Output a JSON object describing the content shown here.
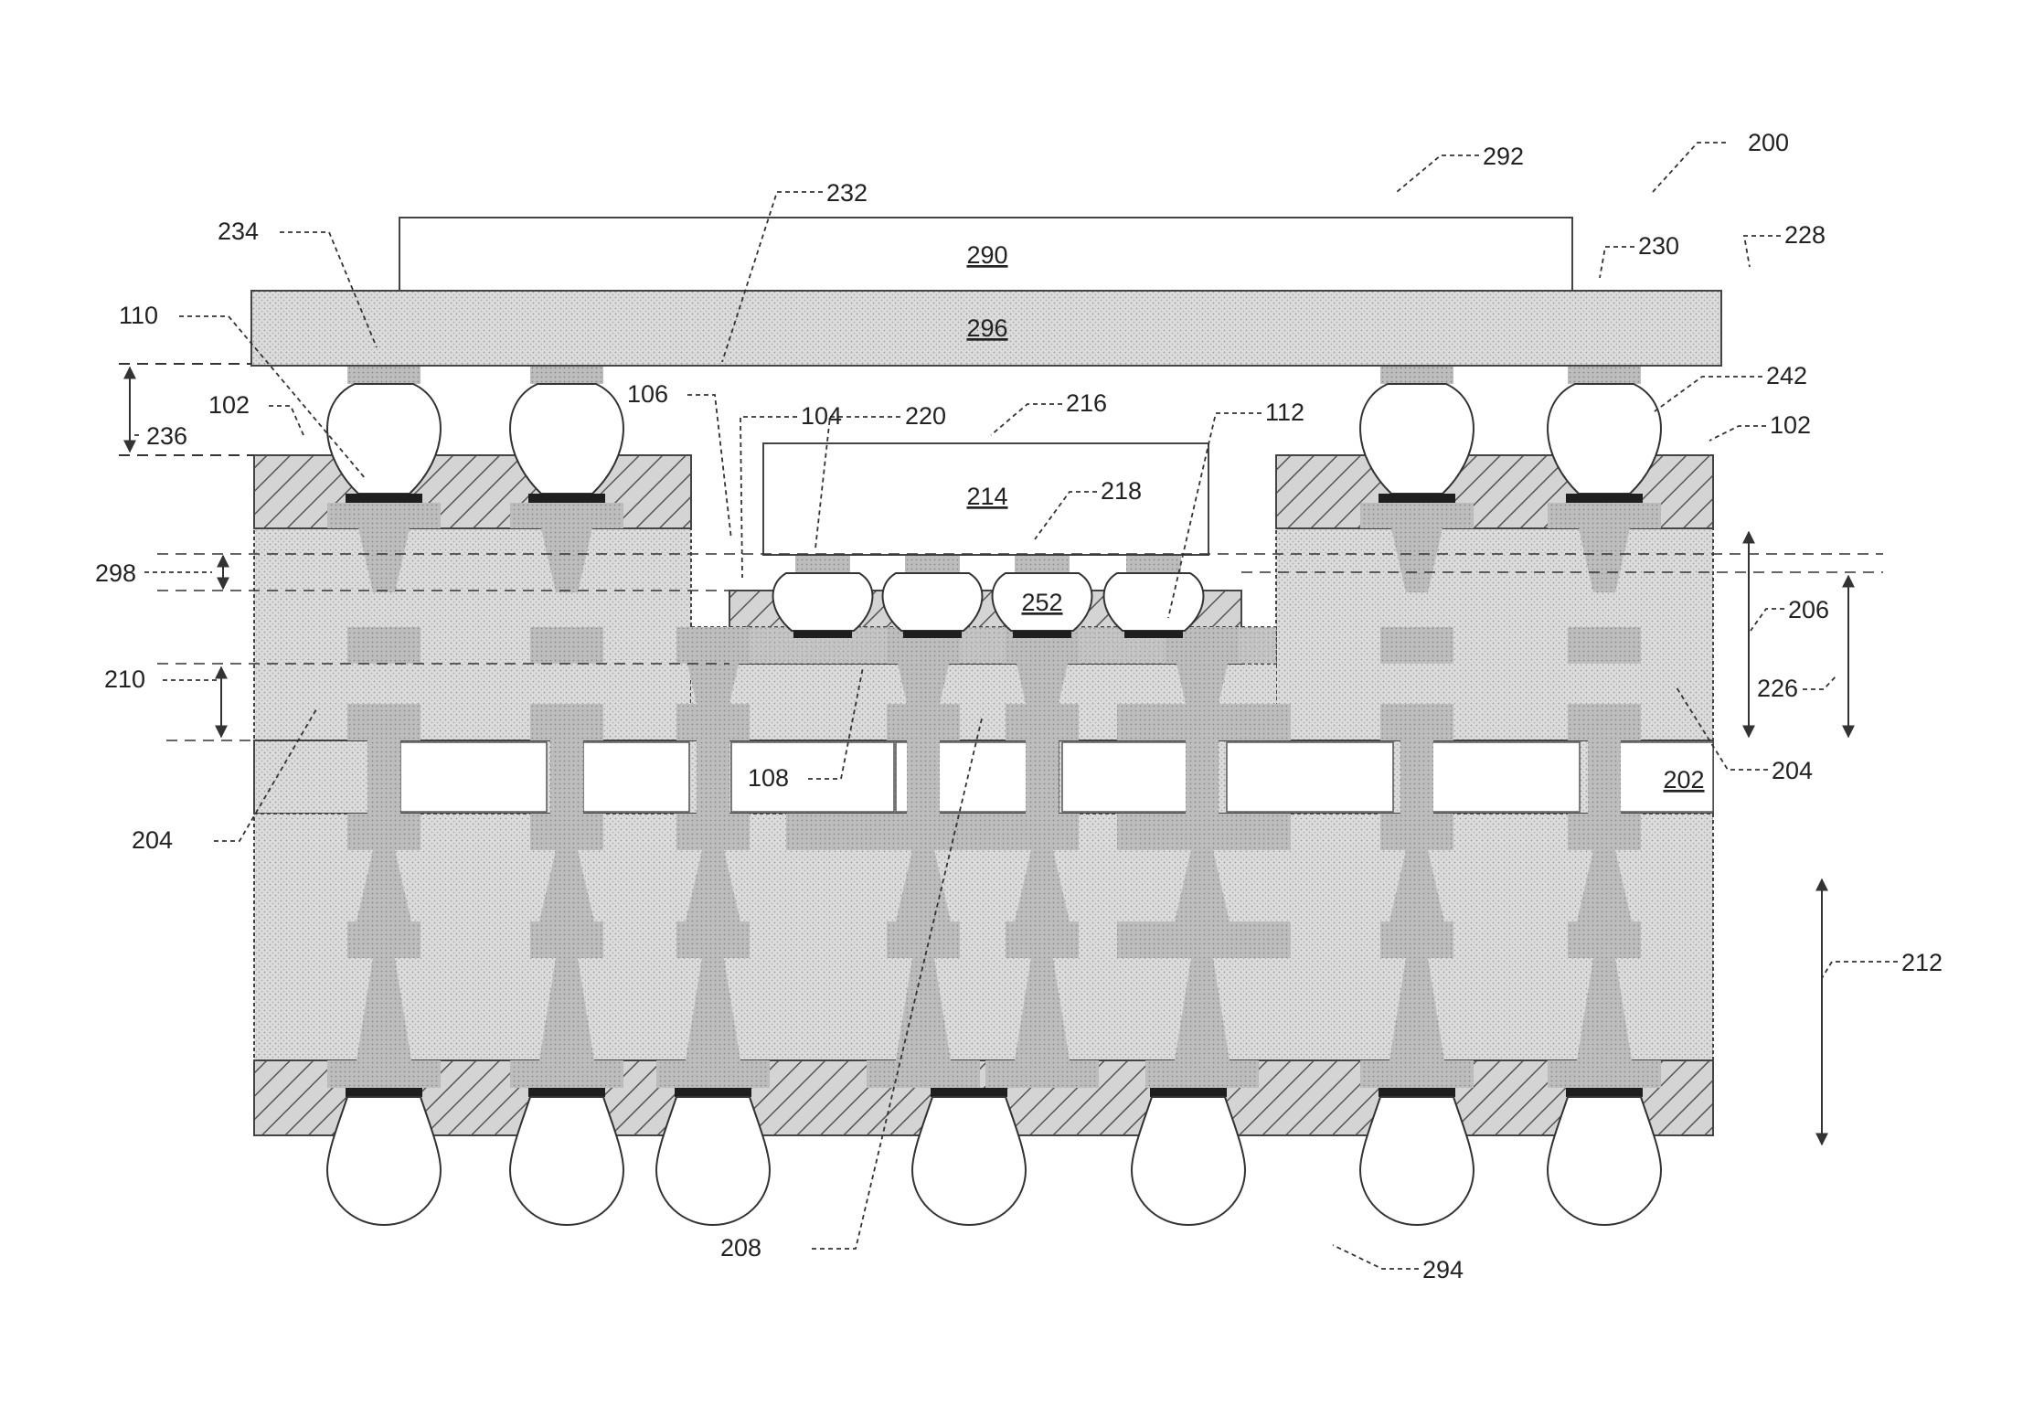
{
  "figure": {
    "colors": {
      "background": "#ffffff",
      "substrate": "#dcdcdc",
      "copper": "#bdbdbd",
      "solder_resist": "#d4d4d4",
      "pad_finish": "#1e1e1e",
      "line": "#333333"
    },
    "components": {
      "upper_package": "290",
      "interposer": "296",
      "die": "214",
      "die_underfill": "252",
      "core": "202"
    },
    "reference_numerals": {
      "n200": "200",
      "n292": "292",
      "n232": "232",
      "n234": "234",
      "n230": "230",
      "n228": "228",
      "n110": "110",
      "n102a": "102",
      "n102b": "102",
      "n236": "236",
      "n106": "106",
      "n104": "104",
      "n220": "220",
      "n216": "216",
      "n112": "112",
      "n242": "242",
      "n218": "218",
      "n298": "298",
      "n206": "206",
      "n210": "210",
      "n226": "226",
      "n204a": "204",
      "n204b": "204",
      "n108": "108",
      "n212": "212",
      "n208": "208",
      "n294": "294"
    }
  }
}
